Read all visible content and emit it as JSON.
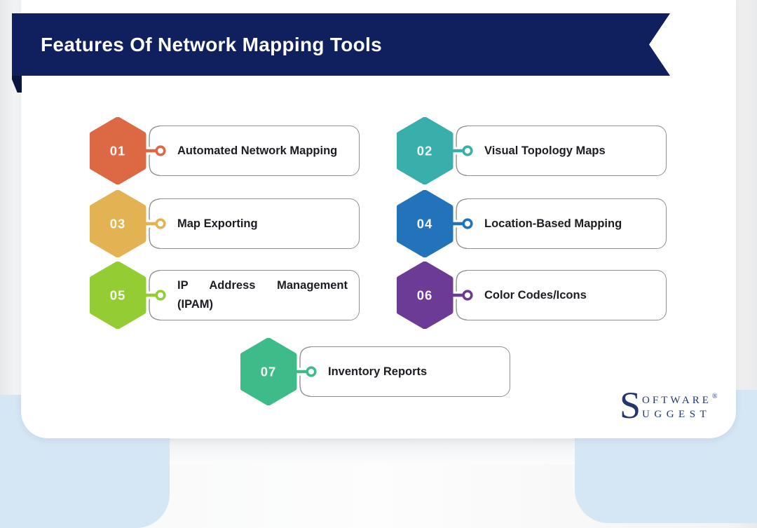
{
  "header": {
    "title": "Features Of Network Mapping Tools"
  },
  "items": [
    {
      "number": "01",
      "label": "Automated Network Mapping",
      "color": "#dc6844"
    },
    {
      "number": "02",
      "label": "Visual Topology Maps",
      "color": "#38afaa"
    },
    {
      "number": "03",
      "label": "Map Exporting",
      "color": "#e3b353"
    },
    {
      "number": "04",
      "label": "Location-Based Mapping",
      "color": "#2273ba"
    },
    {
      "number": "05",
      "label": "IP Address Management (IPAM)",
      "color": "#94cc33"
    },
    {
      "number": "06",
      "label": "Color Codes/Icons",
      "color": "#6c3b96"
    },
    {
      "number": "07",
      "label": "Inventory Reports",
      "color": "#3dbc89"
    }
  ],
  "logo": {
    "initial": "S",
    "line1": "OFTWARE",
    "registered": "®",
    "line2": "UGGEST"
  },
  "colors": {
    "banner": "#10205f",
    "banner_fold": "#091640",
    "card_border": "#8f9092",
    "label_text": "#1c1c22",
    "background_accent": "#d5e6f5",
    "logo_text": "#25356f"
  }
}
